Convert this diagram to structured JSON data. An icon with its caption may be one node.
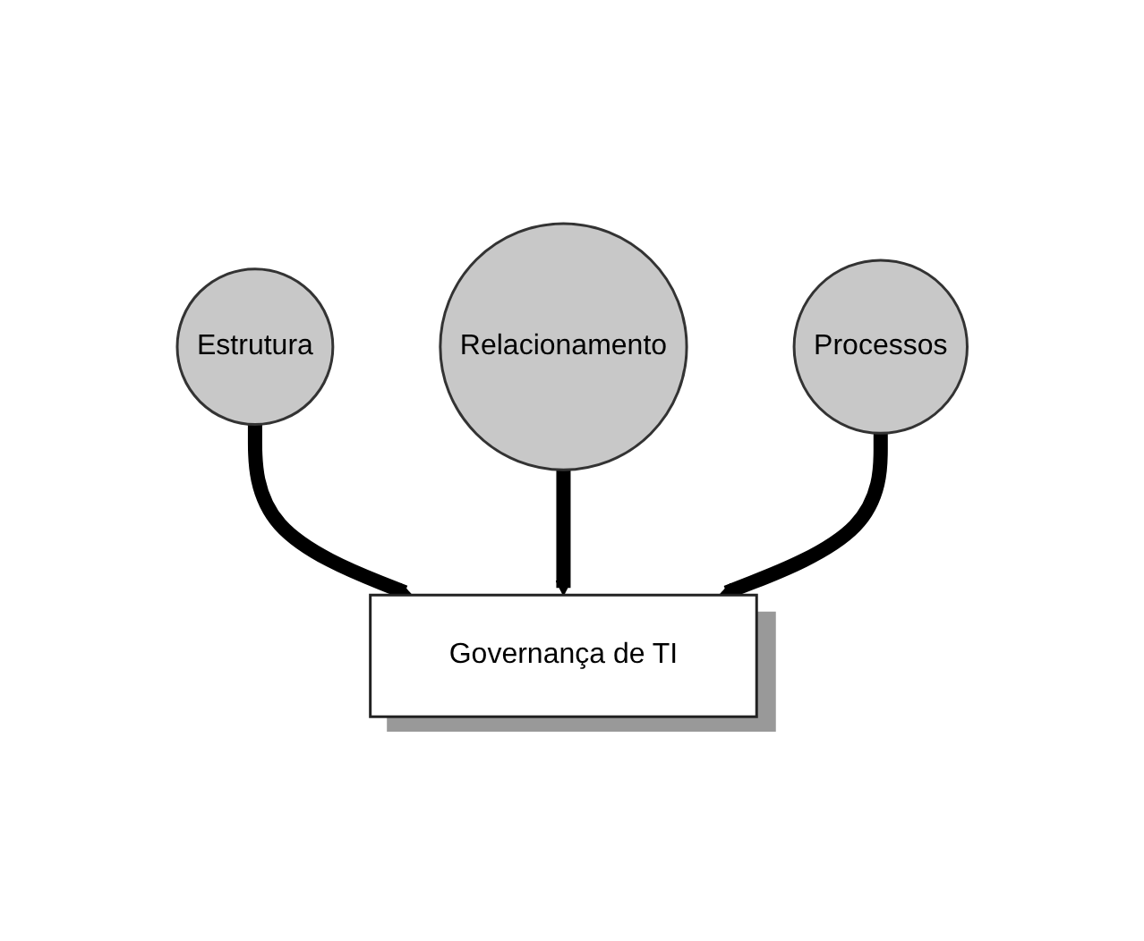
{
  "diagram": {
    "nodes": [
      {
        "text": [
          "Estrutura"
        ]
      },
      {
        "text": [
          "Relacionamento"
        ]
      },
      {
        "text": [
          "Governança de TI"
        ]
      },
      {
        "text": [
          "Processos"
        ]
      }
    ],
    "edges": [
      {
        "from": 0,
        "to": 2,
        "arrow": "to"
      },
      {
        "from": 1,
        "to": 2,
        "arrow": "to"
      },
      {
        "from": 3,
        "to": 2,
        "arrow": "to"
      }
    ]
  }
}
